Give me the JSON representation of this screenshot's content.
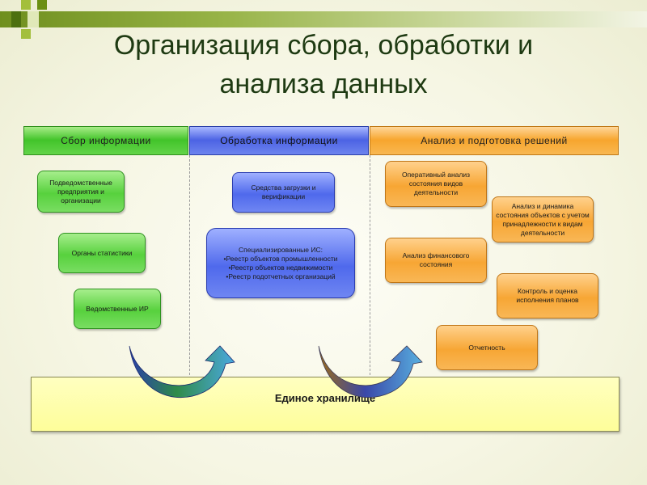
{
  "slide": {
    "title_line1": "Организация сбора, обработки и",
    "title_line2": "анализа данных"
  },
  "columns": {
    "collection": {
      "header": "Сбор информации",
      "items": [
        "Подведомственные предприятия и организации",
        "Органы статистики",
        "Ведомственные ИР"
      ]
    },
    "processing": {
      "header": "Обработка информации",
      "loading": "Средства загрузки и верификации",
      "registry_title": "Специализированные ИС:",
      "registry_items": [
        "•Реестр объектов промышленности",
        "•Реестр объектов недвижимости",
        "•Реестр подотчетных организаций"
      ]
    },
    "analysis": {
      "header": "Анализ и подготовка решений",
      "items": [
        "Оперативный анализ состояния видов деятельности",
        "Анализ и динамика состояния объектов с учетом принадлежности к видам деятельности",
        "Анализ финансового состояния",
        "Контроль и оценка исполнения планов",
        "Отчетность"
      ]
    }
  },
  "storage": {
    "label": "Единое хранилище"
  },
  "colors": {
    "green": "#57d13d",
    "blue": "#4f69ec",
    "orange": "#f7a634",
    "storage": "#fefe9a",
    "title": "#1e3a12"
  }
}
